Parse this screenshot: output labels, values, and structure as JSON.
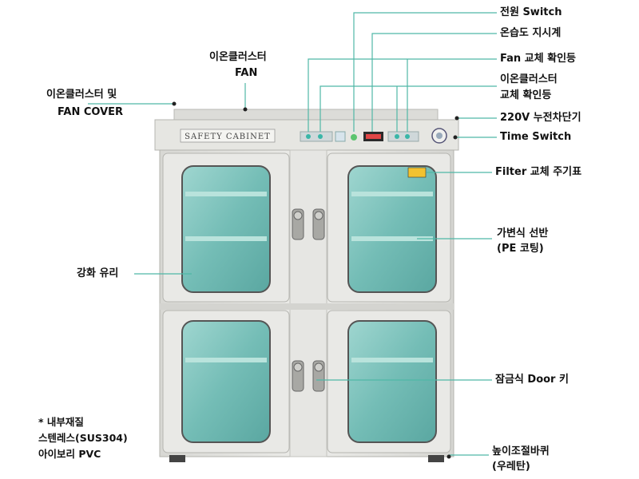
{
  "cabinet": {
    "nameplate": "SAFETY CABINET",
    "colors": {
      "body": "#e4e4e1",
      "body_shadow": "#c9c9c5",
      "glass": "#7fc6c0",
      "glass_dark": "#4f9c98",
      "callout_line": "#4fb8a6"
    }
  },
  "labels": {
    "power_switch": "전원 Switch",
    "hygrometer": "온습도 지시계",
    "fan_lamp": "Fan 교체 확인등",
    "ion_lamp_line1": "이온클러스터",
    "ion_lamp_line2": "교체 확인등",
    "breaker": "220V 누전차단기",
    "time_switch": "Time Switch",
    "filter_label": "Filter 교체 주기표",
    "shelf_line1": "가변식 선반",
    "shelf_line2": "(PE 코팅)",
    "glass": "강화 유리",
    "door_lock": "잠금식 Door 키",
    "caster_line1": "높이조절바퀴",
    "caster_line2": "(우레탄)",
    "fan_line1": "이온클러스터",
    "fan_line2": "FAN",
    "fan_cover_line1": "이온클러스터 및",
    "fan_cover_line2": "FAN COVER",
    "material_line1": "* 내부재질",
    "material_line2": "스텐레스(SUS304)",
    "material_line3": "아이보리 PVC"
  }
}
